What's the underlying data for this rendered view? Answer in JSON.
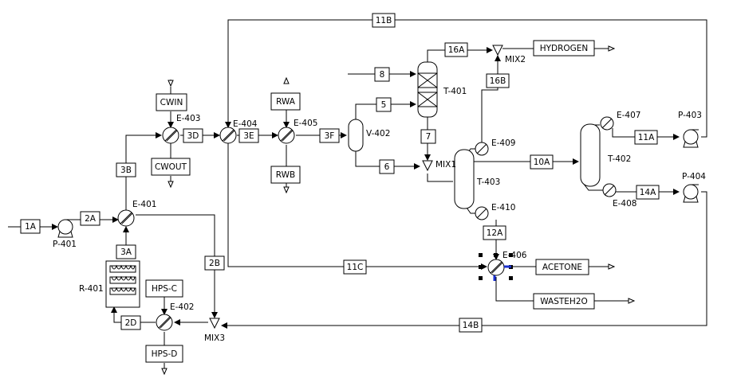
{
  "labels": {
    "streams": {
      "1A": "1A",
      "2A": "2A",
      "3A": "3A",
      "3B": "3B",
      "3D": "3D",
      "3E": "3E",
      "3F": "3F",
      "2B": "2B",
      "2D": "2D",
      "5": "5",
      "6": "6",
      "7": "7",
      "8": "8",
      "10A": "10A",
      "11A": "11A",
      "11B": "11B",
      "11C": "11C",
      "12A": "12A",
      "14A": "14A",
      "14B": "14B",
      "16A": "16A",
      "16B": "16B"
    },
    "utilities": {
      "CWIN": "CWIN",
      "CWOUT": "CWOUT",
      "RWA": "RWA",
      "RWB": "RWB",
      "HPS-C": "HPS-C",
      "HPS-D": "HPS-D",
      "HYDROGEN": "HYDROGEN",
      "ACETONE": "ACETONE",
      "WASTEH2O": "WASTEH2O"
    },
    "equipment": {
      "P-401": "P-401",
      "P-403": "P-403",
      "P-404": "P-404",
      "E-401": "E-401",
      "E-402": "E-402",
      "E-403": "E-403",
      "E-404": "E-404",
      "E-405": "E-405",
      "E-406": "E-406",
      "E-407": "E-407",
      "E-408": "E-408",
      "E-409": "E-409",
      "E-410": "E-410",
      "R-401": "R-401",
      "V-402": "V-402",
      "T-401": "T-401",
      "T-402": "T-402",
      "T-403": "T-403",
      "MIX1": "MIX1",
      "MIX2": "MIX2",
      "MIX3": "MIX3"
    }
  }
}
